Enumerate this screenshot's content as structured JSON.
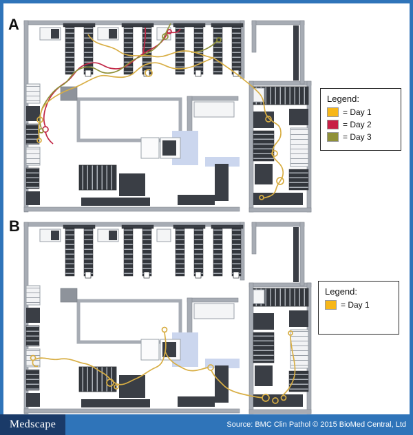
{
  "panels": {
    "a": {
      "label": "A"
    },
    "b": {
      "label": "B"
    }
  },
  "legend_a": {
    "title": "Legend:",
    "items": [
      {
        "label": "=  Day 1",
        "color": "#F7B718"
      },
      {
        "label": "=  Day 2",
        "color": "#C81F45"
      },
      {
        "label": "=  Day 3",
        "color": "#8F9038"
      }
    ]
  },
  "legend_b": {
    "title": "Legend:",
    "items": [
      {
        "label": "=  Day 1",
        "color": "#F7B718"
      }
    ]
  },
  "footer": {
    "logo": "Medscape",
    "source": "Source: BMC Clin Pathol © 2015 BioMed Central, Ltd"
  },
  "colors": {
    "day1": "#D8AE44",
    "day2": "#C22746",
    "day3": "#8F9038",
    "frame_blue": "#2F74B9",
    "footer_navy": "#1A3A68"
  }
}
